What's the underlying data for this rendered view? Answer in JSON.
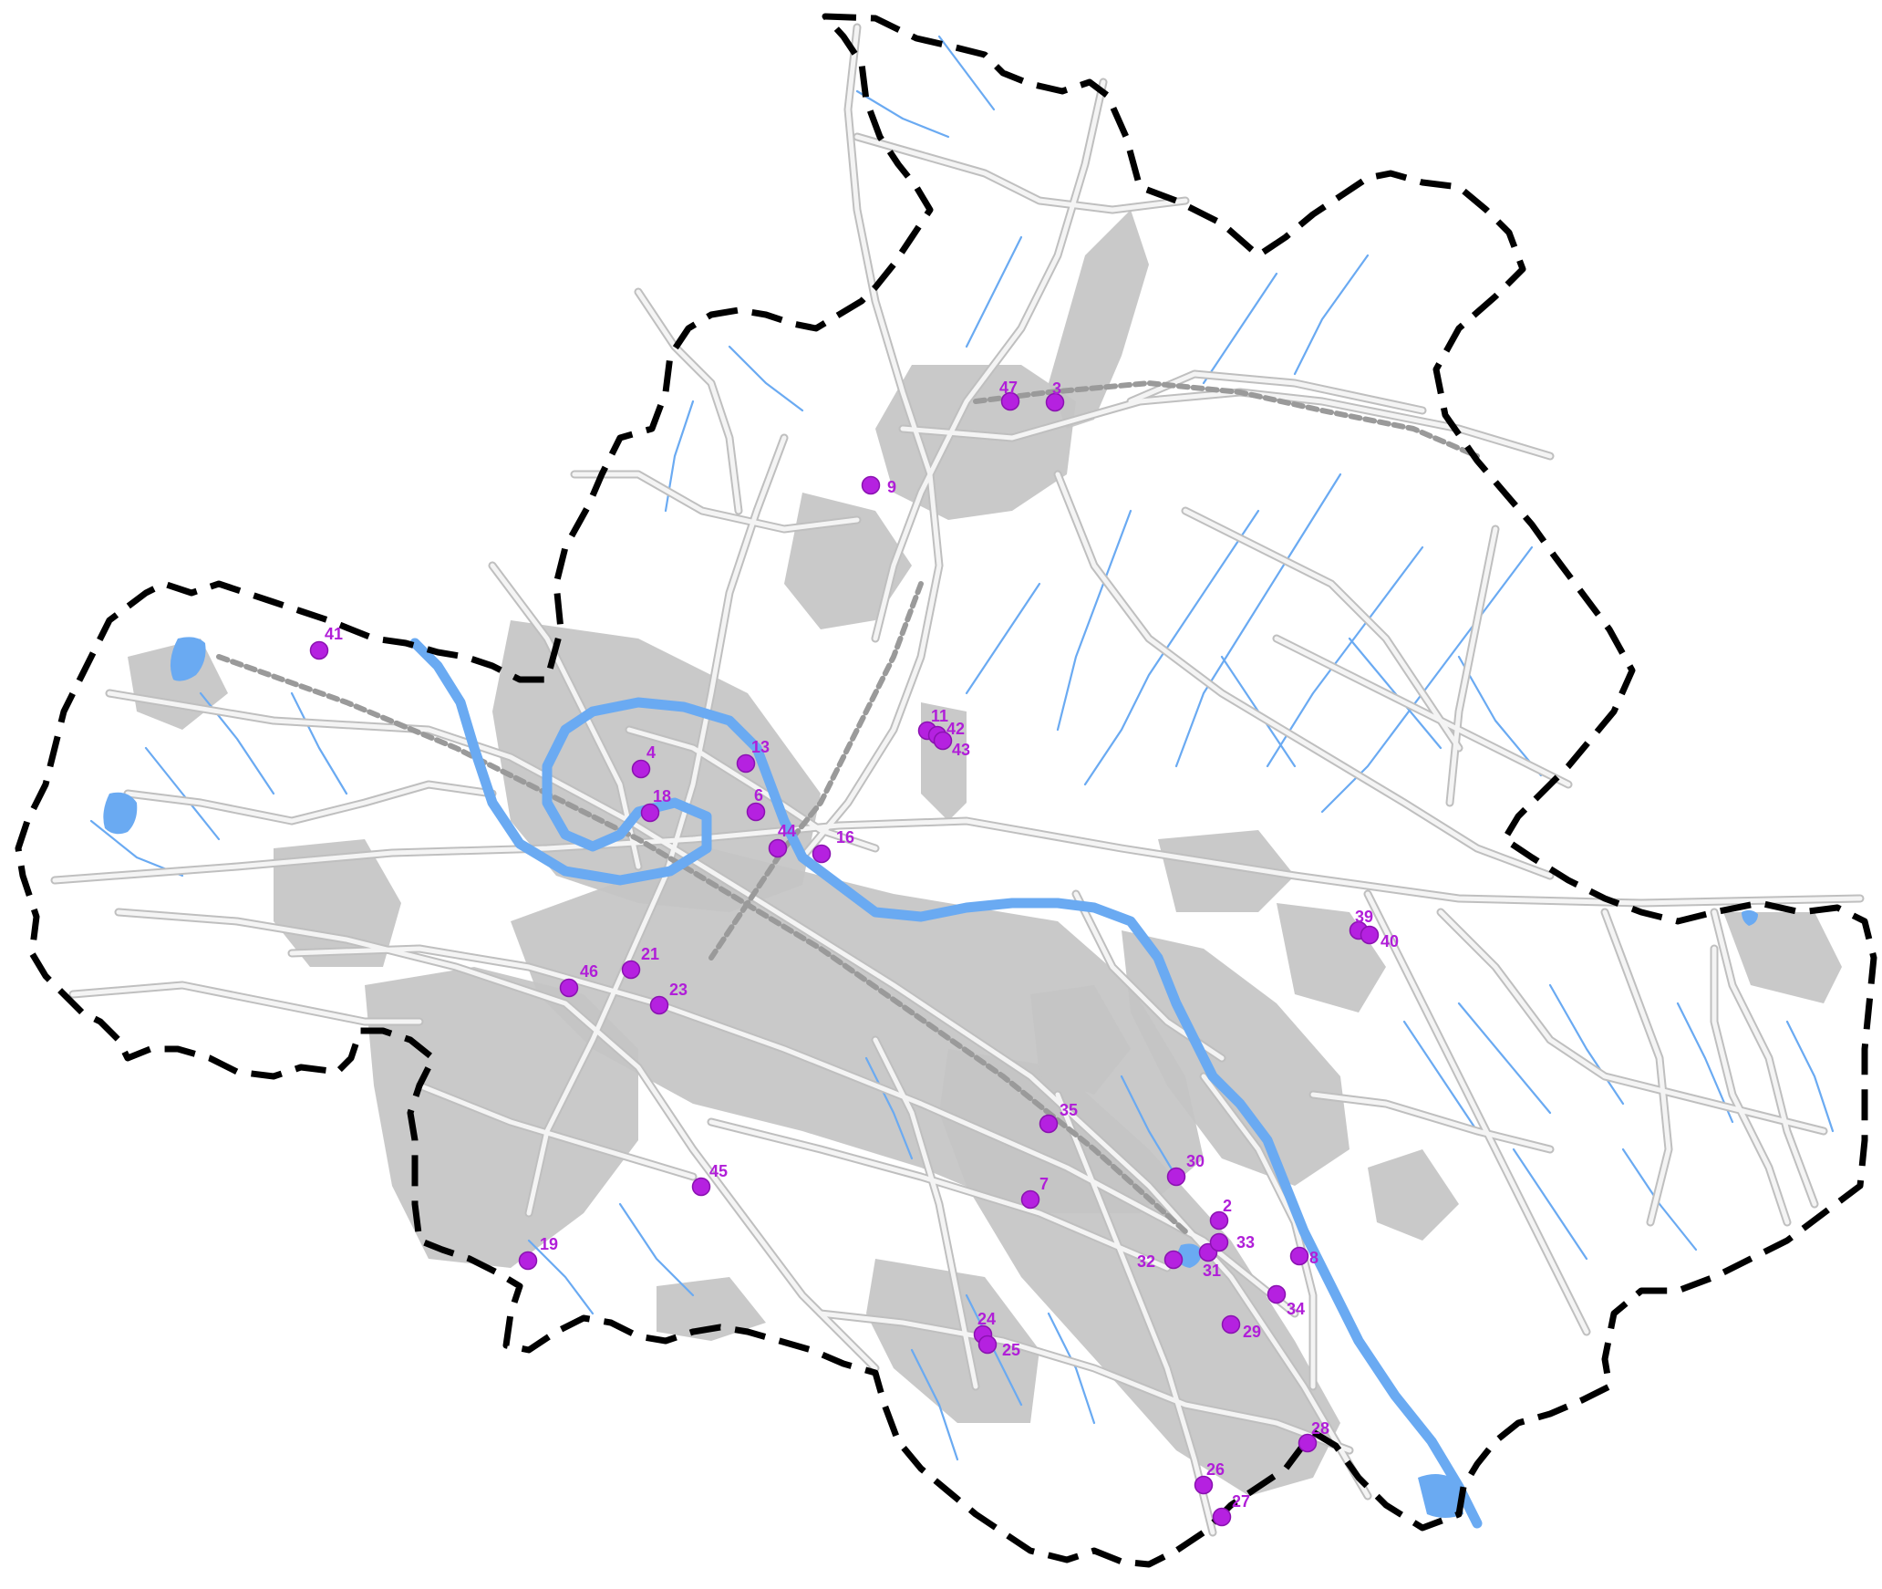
{
  "map": {
    "colors": {
      "background": "#ffffff",
      "built_area": "#c4c4c4",
      "road_casing": "#bfbfbf",
      "road_fill": "#f4f4f4",
      "water": "#6aaaf2",
      "stream": "#6aaaf2",
      "boundary": "#000000",
      "marker": "#b521e0",
      "marker_label": "#b01ed8"
    },
    "boundary_style": "dashed",
    "marker_icon": "purple-circle-marker-icon",
    "markers": [
      {
        "label": "2"
      },
      {
        "label": "3"
      },
      {
        "label": "4"
      },
      {
        "label": "6"
      },
      {
        "label": "7"
      },
      {
        "label": "8"
      },
      {
        "label": "9"
      },
      {
        "label": "11"
      },
      {
        "label": "13"
      },
      {
        "label": "16"
      },
      {
        "label": "18"
      },
      {
        "label": "19"
      },
      {
        "label": "21"
      },
      {
        "label": "23"
      },
      {
        "label": "24"
      },
      {
        "label": "25"
      },
      {
        "label": "26"
      },
      {
        "label": "27"
      },
      {
        "label": "28"
      },
      {
        "label": "29"
      },
      {
        "label": "30"
      },
      {
        "label": "31"
      },
      {
        "label": "32"
      },
      {
        "label": "33"
      },
      {
        "label": "34"
      },
      {
        "label": "35"
      },
      {
        "label": "39"
      },
      {
        "label": "40"
      },
      {
        "label": "41"
      },
      {
        "label": "42"
      },
      {
        "label": "43"
      },
      {
        "label": "44"
      },
      {
        "label": "45"
      },
      {
        "label": "46"
      },
      {
        "label": "47"
      }
    ]
  }
}
